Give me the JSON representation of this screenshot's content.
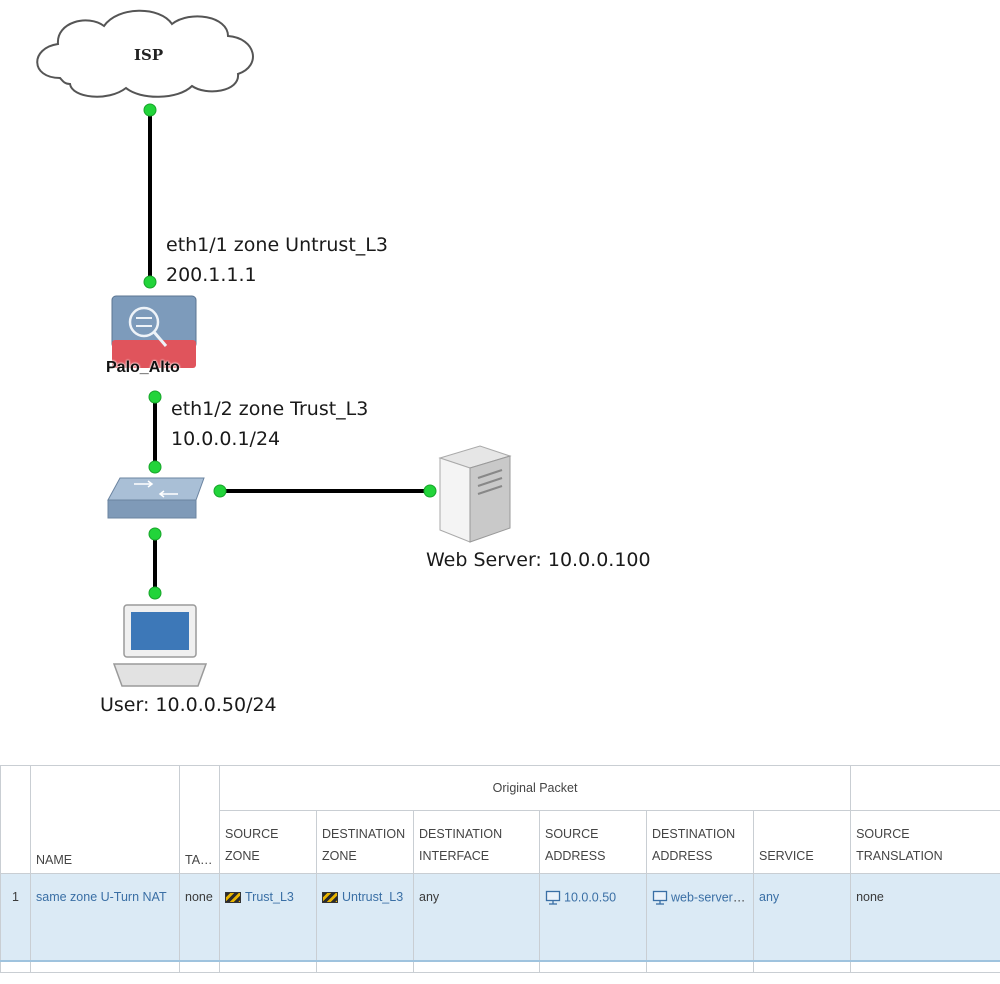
{
  "diagram": {
    "isp_label": "ISP",
    "firewall_label": "Palo_Alto",
    "eth1_1": {
      "line1": "eth1/1 zone Untrust_L3",
      "line2": "200.1.1.1"
    },
    "eth1_2": {
      "line1": "eth1/2 zone Trust_L3",
      "line2": "10.0.0.1/24"
    },
    "web_server_label": "Web Server: 10.0.0.100",
    "user_label": "User: 10.0.0.50/24",
    "colors": {
      "link_dot": "#22d43a",
      "link_line": "#000000",
      "firewall_band": "#e0545c"
    }
  },
  "nat_table": {
    "group_header": "Original Packet",
    "columns": {
      "name": "NAME",
      "tags": "TAGS",
      "source_zone": "SOURCE ZONE",
      "destination_zone": "DESTINATION ZONE",
      "destination_interface": "DESTINATION INTERFACE",
      "source_address": "SOURCE ADDRESS",
      "destination_address": "DESTINATION ADDRESS",
      "service": "SERVICE",
      "source_translation": "SOURCE TRANSLATION"
    },
    "rows": [
      {
        "num": "1",
        "name": "same zone U-Turn NAT",
        "tags": "none",
        "source_zone": "Trust_L3",
        "destination_zone": "Untrust_L3",
        "destination_interface": "any",
        "source_address": "10.0.0.50",
        "destination_address": "web-server-pu...",
        "service": "any",
        "source_translation": "none"
      }
    ],
    "colors": {
      "row_bg": "#dbeaf5",
      "link_text": "#3a6fa5",
      "border": "#c9ced3"
    }
  }
}
